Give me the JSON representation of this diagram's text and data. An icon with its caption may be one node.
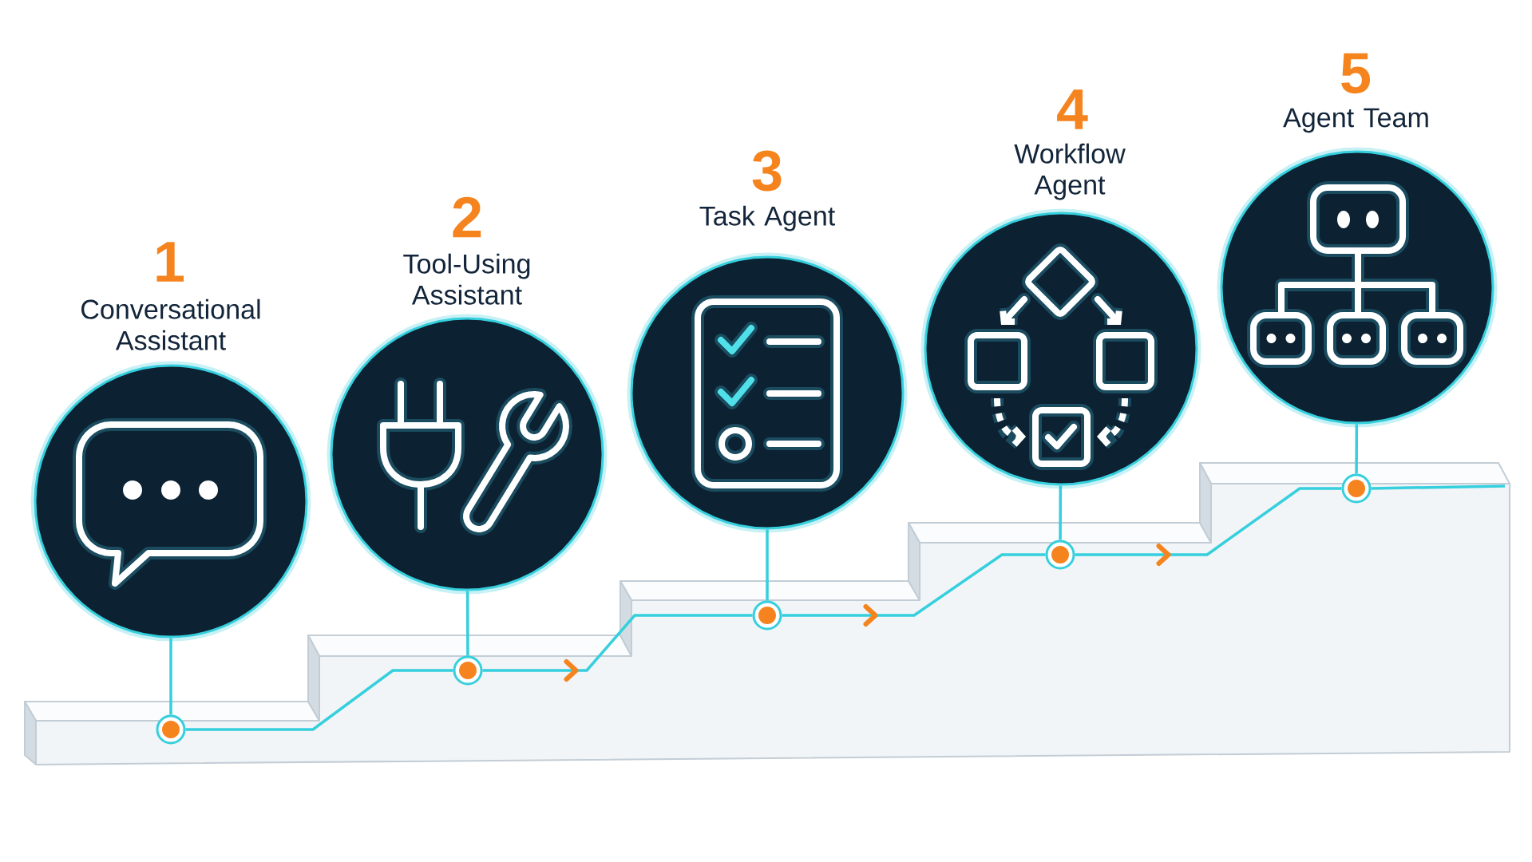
{
  "diagram": {
    "nodes": [
      {
        "text": [
          "1",
          "Conversational Assistant"
        ]
      },
      {
        "text": [
          "2",
          "Tool-Using Assistant"
        ]
      },
      {
        "text": [
          "3",
          "Task Agent"
        ]
      },
      {
        "text": [
          "4",
          "Workflow Agent"
        ]
      },
      {
        "text": [
          "5",
          "Agent Team"
        ]
      },
      {
        "text": [],
        "shape": "circle"
      },
      {
        "text": [],
        "shape": "circle"
      },
      {
        "text": [],
        "shape": "circle"
      },
      {
        "text": [],
        "shape": "circle"
      },
      {
        "text": [],
        "shape": "circle"
      }
    ],
    "edges": [
      {
        "from": 0,
        "to": 5,
        "arrow": "none"
      },
      {
        "from": 1,
        "to": 6,
        "arrow": "none"
      },
      {
        "from": 2,
        "to": 7,
        "arrow": "none"
      },
      {
        "from": 3,
        "to": 8,
        "arrow": "none"
      },
      {
        "from": 4,
        "to": 9,
        "arrow": "none"
      },
      {
        "from": 5,
        "to": 6,
        "arrow": "none"
      },
      {
        "from": 6,
        "to": 7,
        "arrow": "to"
      },
      {
        "from": 7,
        "to": 8,
        "arrow": "to"
      },
      {
        "from": 8,
        "to": 9,
        "arrow": "to"
      },
      {
        "from": 9,
        "to": null,
        "arrow": "none"
      }
    ]
  }
}
